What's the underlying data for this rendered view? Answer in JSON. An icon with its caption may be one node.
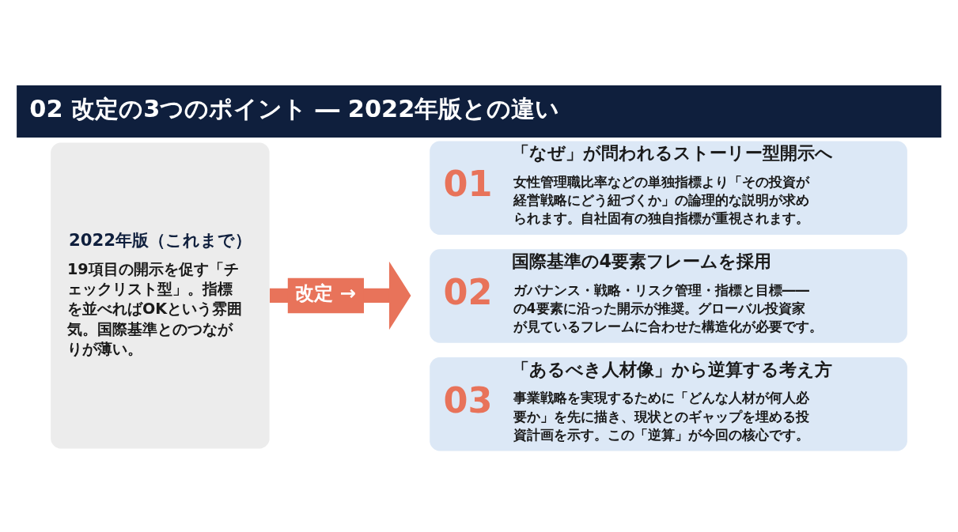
{
  "diagram": {
    "title": "02 改定の3つのポイント ― 2022年版との違い",
    "nodes": [
      {
        "text": [
          "2022年版（これまで）",
          "19項目の開示を促す「チェックリスト型」。指標を並べればOKという雰囲気。国際基準とのつながりが薄い。"
        ]
      },
      {
        "text": [
          "01",
          "「なぜ」が問われるストーリー型開示へ",
          "女性管理職比率などの単独指標より「その投資が経営戦略にどう紐づくか」の論理的な説明が求められます。自社固有の独自指標が重視されます。"
        ]
      },
      {
        "text": [
          "02",
          "国際基準の4要素フレームを採用",
          "ガバナンス・戦略・リスク管理・指標と目標――の4要素に沿った開示が推奨。グローバル投資家が見ているフレームに合わせた構造化が必要です。"
        ]
      },
      {
        "text": [
          "03",
          "「あるべき人材像」から逆算する考え方",
          "事業戦略を実現するために「どんな人材が何人必要か」を先に描き、現状とのギャップを埋める投資計画を示す。この「逆算」が今回の核心です。"
        ]
      }
    ],
    "edges": [
      {
        "from": 0,
        "to": 2,
        "arrow": "to",
        "label": "改定 →",
        "color": "#e8735a"
      }
    ]
  }
}
